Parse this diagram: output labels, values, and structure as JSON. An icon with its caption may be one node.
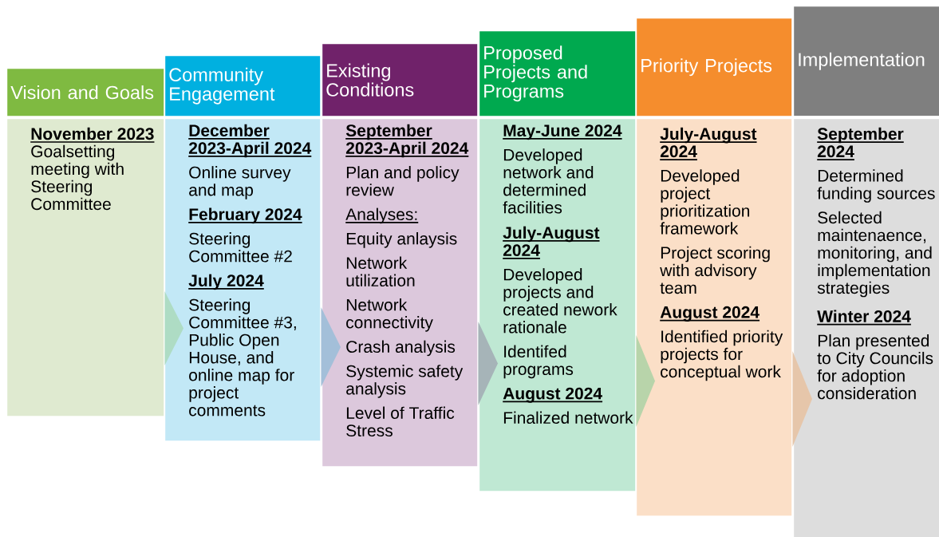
{
  "diagram": {
    "nodes": [
      {
        "text": [
          "Vision and Goals"
        ]
      },
      {
        "text": [
          "Community Engagement"
        ]
      },
      {
        "text": [
          "Existing Conditions"
        ]
      },
      {
        "text": [
          "Proposed Projects and Programs"
        ]
      },
      {
        "text": [
          "Priority Projects"
        ]
      },
      {
        "text": [
          "Implementation"
        ]
      },
      {
        "text": [
          "November 2023",
          "Goalsetting meeting with Steering Committee"
        ]
      },
      {
        "text": [
          "December 2023-April 2024",
          "Online survey and map",
          "February 2024",
          "Steering Committee #2",
          "July 2024",
          "Steering Committee #3, Public Open House, and online map for project comments"
        ]
      },
      {
        "text": [
          "September 2023-April 2024",
          "Plan and policy review",
          "Analyses:",
          "Equity anlaysis",
          "Network utilization",
          "Network connectivity",
          "Crash analysis",
          "Systemic safety analysis",
          "Level of Traffic Stress"
        ]
      },
      {
        "text": [
          "May-June 2024",
          "Developed network and determined facilities",
          "July-August 2024",
          "Developed projects and created nework rationale",
          "Identifed programs",
          "August 2024",
          "Finalized network"
        ]
      },
      {
        "text": [
          "July-August 2024",
          "Developed project prioritization framework",
          "Project scoring with advisory team",
          "August 2024",
          "Identified priority projects for conceptual work"
        ]
      },
      {
        "text": [
          "September 2024",
          "Determined funding sources",
          "Selected maintenaence, monitoring, and implementation strategies",
          "Winter 2024",
          "Plan presented to City Councils for adoption consideration"
        ]
      }
    ],
    "edges": [
      {
        "from": 6,
        "to": 7,
        "arrow": "to",
        "color": "#aedcc4"
      },
      {
        "from": 7,
        "to": 8,
        "arrow": "to",
        "color": "#a3bfd9"
      },
      {
        "from": 8,
        "to": 9,
        "arrow": "to",
        "color": "#a6b4b8"
      },
      {
        "from": 9,
        "to": 10,
        "arrow": "to",
        "color": "#b8d4aa"
      },
      {
        "from": 10,
        "to": 11,
        "arrow": "to",
        "color": "#e6c6aa"
      }
    ]
  }
}
